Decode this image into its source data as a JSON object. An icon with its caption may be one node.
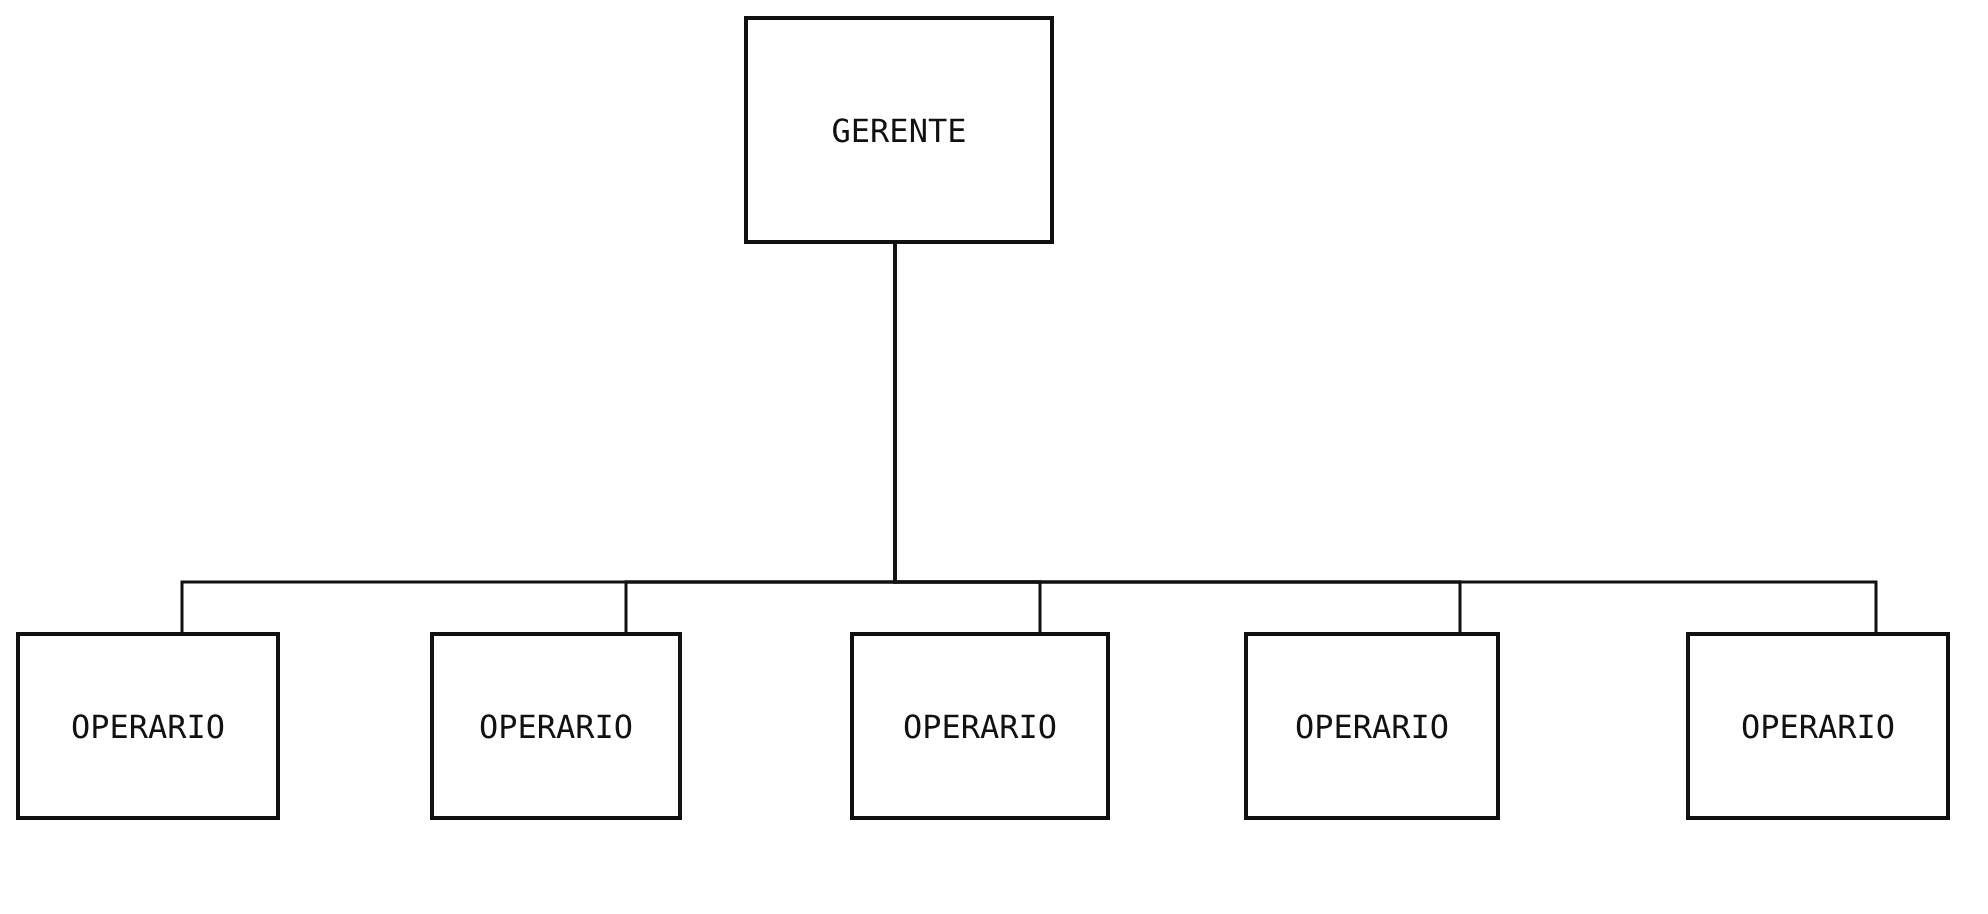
{
  "diagram": {
    "nodes": [
      {
        "text": [
          "GERENTE"
        ]
      },
      {
        "text": [
          "OPERARIO"
        ]
      },
      {
        "text": [
          "OPERARIO"
        ]
      },
      {
        "text": [
          "OPERARIO"
        ]
      },
      {
        "text": [
          "OPERARIO"
        ]
      },
      {
        "text": [
          "OPERARIO"
        ]
      }
    ],
    "edges": [
      {
        "from": 0,
        "to": 1,
        "arrow": "none"
      },
      {
        "from": 0,
        "to": 2,
        "arrow": "none"
      },
      {
        "from": 0,
        "to": 3,
        "arrow": "none"
      },
      {
        "from": 0,
        "to": 4,
        "arrow": "none"
      },
      {
        "from": 0,
        "to": 5,
        "arrow": "none"
      }
    ]
  }
}
